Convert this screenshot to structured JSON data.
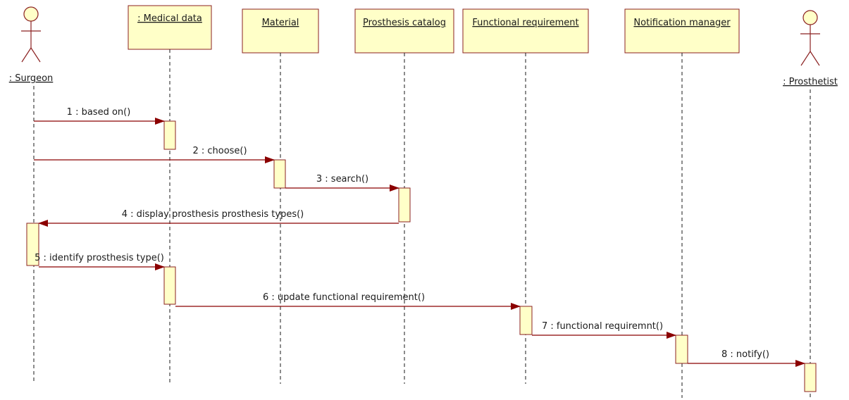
{
  "colors": {
    "box_fill": "#ffffc8",
    "box_stroke": "#8b2121",
    "line": "#1a1a1a",
    "message": "#8b0000",
    "activation_fill": "#ffffc8",
    "activation_stroke": "#8b2121"
  },
  "actors": [
    {
      "id": "surgeon",
      "label": ": Surgeon"
    },
    {
      "id": "prosthetist",
      "label": ": Prosthetist"
    }
  ],
  "objects": [
    {
      "id": "medical-data",
      "label": ": Medical data"
    },
    {
      "id": "material",
      "label": "Material"
    },
    {
      "id": "prosthesis-catalog",
      "label": "Prosthesis catalog"
    },
    {
      "id": "functional-requirement",
      "label": "Functional requirement"
    },
    {
      "id": "notification-manager",
      "label": "Notification manager"
    }
  ],
  "messages": [
    {
      "n": 1,
      "label": "1 : based on()",
      "from": "surgeon",
      "to": "medical-data"
    },
    {
      "n": 2,
      "label": "2 : choose()",
      "from": "surgeon",
      "to": "material"
    },
    {
      "n": 3,
      "label": "3 : search()",
      "from": "material",
      "to": "prosthesis-catalog"
    },
    {
      "n": 4,
      "label": "4 : display prosthesis prosthesis types()",
      "from": "prosthesis-catalog",
      "to": "surgeon"
    },
    {
      "n": 5,
      "label": "5 : identify prosthesis type()",
      "from": "surgeon",
      "to": "medical-data"
    },
    {
      "n": 6,
      "label": "6 : update functional requirement()",
      "from": "medical-data",
      "to": "functional-requirement"
    },
    {
      "n": 7,
      "label": "7 : functional requiremnt()",
      "from": "functional-requirement",
      "to": "notification-manager"
    },
    {
      "n": 8,
      "label": "8 : notify()",
      "from": "notification-manager",
      "to": "prosthetist"
    }
  ]
}
